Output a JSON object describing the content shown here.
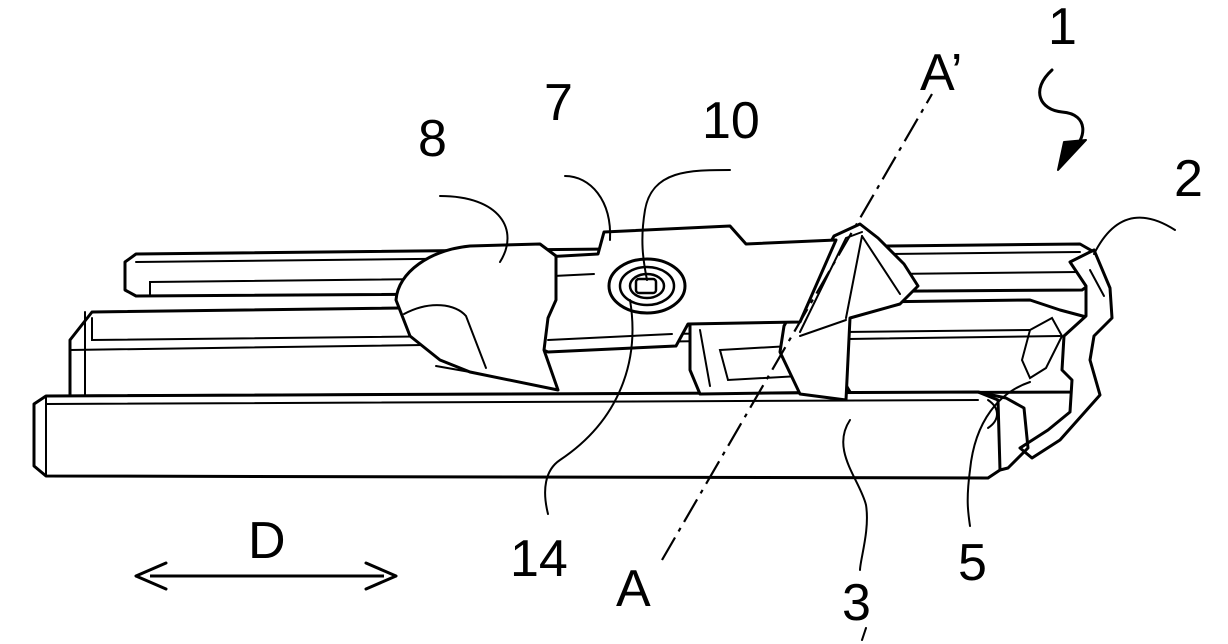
{
  "figure": {
    "labels": {
      "n1": "1",
      "n2": "2",
      "n3": "3",
      "n5": "5",
      "n7": "7",
      "n8": "8",
      "n10": "10",
      "n14": "14",
      "a": "A",
      "a_prime": "A’",
      "d": "D"
    }
  }
}
